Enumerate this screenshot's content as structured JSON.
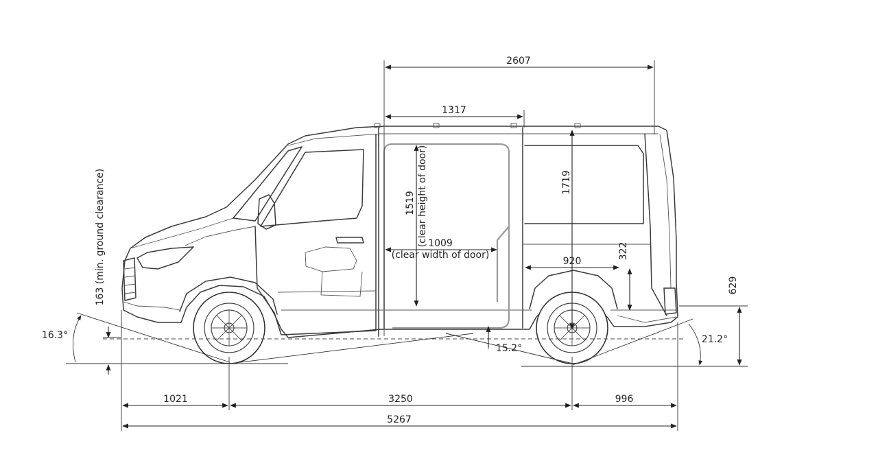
{
  "dimensions": {
    "cargo_length": "2607",
    "door_opening_length": "1317",
    "interior_height": "1719",
    "door_clear_height": "1519",
    "door_clear_height_note": "(clear height of door)",
    "door_clear_width": "1009",
    "door_clear_width_note": "(clear width of door)",
    "wheelhouse_width": "920",
    "wheelhouse_height": "322",
    "loading_sill_height": "629",
    "ground_clearance": "163",
    "ground_clearance_note": "(min. ground clearance)",
    "approach_angle": "16.3°",
    "ramp_angle": "15.2°",
    "departure_angle": "21.2°",
    "front_overhang": "1021",
    "wheelbase": "3250",
    "rear_overhang": "996",
    "overall_length": "5267"
  },
  "colors": {
    "line": "#3a3a3a",
    "door_outline": "#9a9a9a",
    "background": "#ffffff"
  }
}
